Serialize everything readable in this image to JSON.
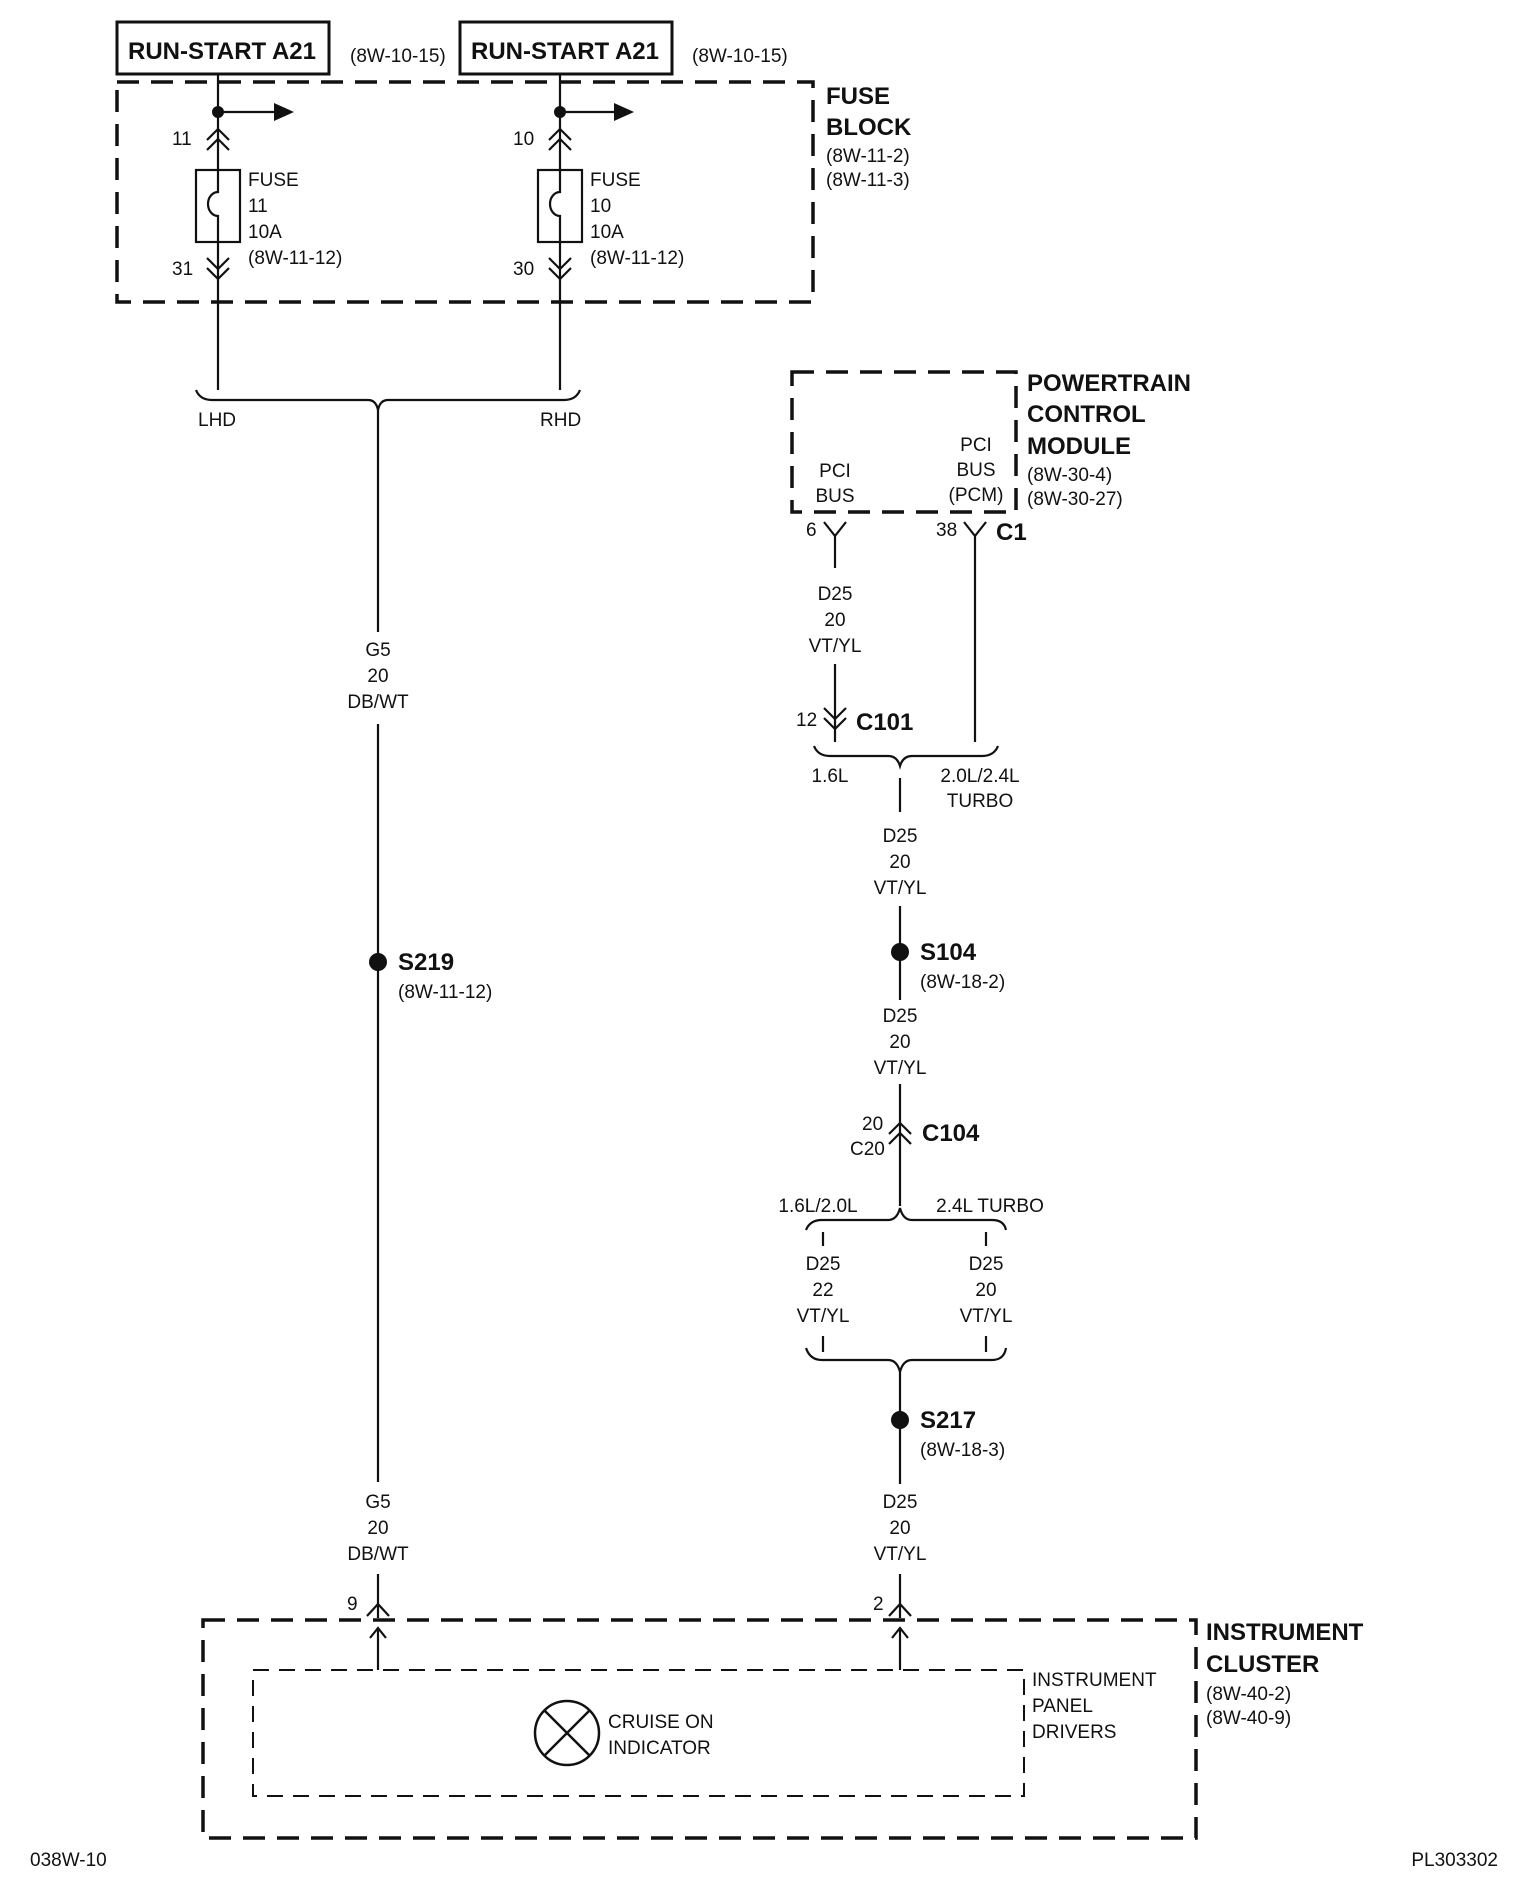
{
  "sources": {
    "left_label": "RUN-START A21",
    "left_ref": "(8W-10-15)",
    "right_label": "RUN-START A21",
    "right_ref": "(8W-10-15)"
  },
  "fuse_block": {
    "title_1": "FUSE",
    "title_2": "BLOCK",
    "ref_1": "(8W-11-2)",
    "ref_2": "(8W-11-3)",
    "fuses": [
      {
        "pin_in": "11",
        "pin_out": "31",
        "label": "FUSE",
        "number": "11",
        "rating": "10A",
        "ref": "(8W-11-12)"
      },
      {
        "pin_in": "10",
        "pin_out": "30",
        "label": "FUSE",
        "number": "10",
        "rating": "10A",
        "ref": "(8W-11-12)"
      }
    ]
  },
  "lhd_rhd": {
    "left": "LHD",
    "right": "RHD"
  },
  "wire_g5": {
    "circuit": "G5",
    "gauge": "20",
    "color": "DB/WT"
  },
  "splice_s219": {
    "name": "S219",
    "ref": "(8W-11-12)"
  },
  "pcm": {
    "title_1": "POWERTRAIN",
    "title_2": "CONTROL",
    "title_3": "MODULE",
    "ref_1": "(8W-30-4)",
    "ref_2": "(8W-30-27)",
    "pin_left_l1": "PCI",
    "pin_left_l2": "BUS",
    "pin_right_l1": "PCI",
    "pin_right_l2": "BUS",
    "pin_right_l3": "(PCM)",
    "pin_left_num": "6",
    "pin_right_num": "38",
    "connector": "C1"
  },
  "wire_d25": {
    "circuit": "D25",
    "gauge": "20",
    "color": "VT/YL"
  },
  "c101": {
    "pin": "12",
    "name": "C101"
  },
  "engine_split_1": {
    "left": "1.6L",
    "right_1": "2.0L/2.4L",
    "right_2": "TURBO"
  },
  "splice_s104": {
    "name": "S104",
    "ref": "(8W-18-2)"
  },
  "c104": {
    "pin_1": "20",
    "pin_2": "C20",
    "name": "C104"
  },
  "engine_split_2": {
    "left": "1.6L/2.0L",
    "right": "2.4L TURBO"
  },
  "wire_d25_left": {
    "circuit": "D25",
    "gauge": "22",
    "color": "VT/YL"
  },
  "wire_d25_right": {
    "circuit": "D25",
    "gauge": "20",
    "color": "VT/YL"
  },
  "splice_s217": {
    "name": "S217",
    "ref": "(8W-18-3)"
  },
  "instrument_cluster": {
    "title_1": "INSTRUMENT",
    "title_2": "CLUSTER",
    "ref_1": "(8W-40-2)",
    "ref_2": "(8W-40-9)",
    "pin_left": "9",
    "pin_right": "2",
    "indicator_1": "CRUISE ON",
    "indicator_2": "INDICATOR",
    "drivers_1": "INSTRUMENT",
    "drivers_2": "PANEL",
    "drivers_3": "DRIVERS"
  },
  "footer": {
    "left": "038W-10",
    "right": "PL303302"
  }
}
